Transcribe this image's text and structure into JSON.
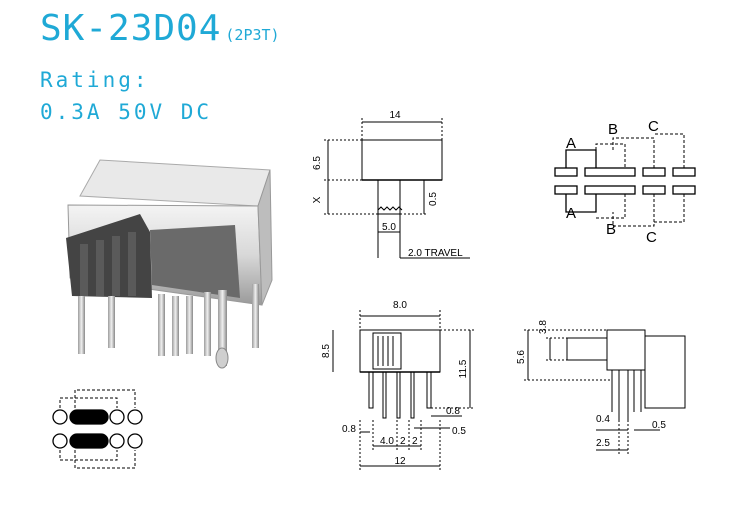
{
  "header": {
    "model": "SK-23D04",
    "variant": "(2P3T)",
    "rating_label": "Rating:",
    "rating_value": "0.3A  50V  DC"
  },
  "top_view": {
    "width": "14",
    "height_body": "6.5",
    "x_label": "X",
    "lever": "0.5",
    "lever_width": "5.0",
    "travel": "2.0 TRAVEL"
  },
  "schematic": {
    "pole_labels": [
      "A",
      "B",
      "C"
    ]
  },
  "front_view": {
    "top_width": "8.0",
    "left_height": "8.5",
    "right_height": "11.5",
    "pin_thk_left": "0.8",
    "pin_thk_right": "0.8",
    "pin_w": "0.5",
    "pitch_1": "4.0",
    "pitch_2": "2",
    "pitch_3": "2",
    "overall_width": "12"
  },
  "side_view": {
    "lever_h": "3.8",
    "body_h": "5.6",
    "pin_d": "0.4",
    "pin_w": "0.5",
    "pitch": "2.5"
  },
  "colors": {
    "accent": "#1fa9d6"
  }
}
